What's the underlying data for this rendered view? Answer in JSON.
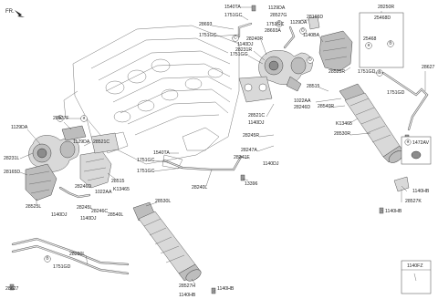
{
  "header": {
    "fr_label": "FR."
  },
  "labels": {
    "l1540ta_top": "1540TA",
    "l1751gc_top": "1751GC",
    "l28693": "28693",
    "l1751gc_2": "1751GC",
    "l28693a": "28693A",
    "l1129da_top": "1129DA",
    "l1751gc_3": "1751GC",
    "l28240r": "28240R",
    "l1140dj_top": "1140DJ",
    "l28231r": "28231R",
    "l1751gg": "1751GG",
    "l28527g": "28527G",
    "l1129da_r": "1129DA",
    "l28165d_top": "28165D",
    "l1140ba": "1140BA",
    "l28250r": "28250R",
    "l25468d": "25468D",
    "l25468": "25468",
    "l28525r": "28525R",
    "l1751gd_r1": "1751GD",
    "l28627": "28627",
    "l1751gd_r2": "1751GD",
    "l28515_top": "28515",
    "l28540r": "28540R",
    "l1022aa_top": "1022AA",
    "l28246d_top": "28246D",
    "l28521c_top": "28521C",
    "l1140dj_mid": "1140DJ",
    "l28245r": "28245R",
    "l28247a": "28247A",
    "l28241f": "28241F",
    "l1140dj_mid2": "1140DJ",
    "l13396": "13396",
    "lk13465_r": "K13465",
    "l28530r": "28530R",
    "l1472av": "1472AV",
    "l1140hb_r": "1140HB",
    "l28527k": "28527K",
    "l1140hb_r2": "1140HB",
    "l1129da_l": "1129DA",
    "l28627f": "28627F",
    "l1129da_l2": "1129DA",
    "l28521c_l": "28521C",
    "l28231l": "28231L",
    "l28165d_l": "28165D",
    "l28525l": "28525L",
    "l1540ta_mid": "1540TA",
    "l1751gc_mid": "1751GC",
    "l1751gc_mid2": "1751GC",
    "l28240l": "28240L",
    "l28515_l": "28515",
    "l28246d_l": "28246D",
    "l1022aa_l": "1022AA",
    "lk13465_l": "K13465",
    "l28245l": "28245L",
    "l28246c": "28246C",
    "l1140dj_l": "1140DJ",
    "l1140dj_l2": "1140DJ",
    "l28540l": "28540L",
    "l28530l": "28530L",
    "l28290l": "28290L",
    "l1751gd_l": "1751GD",
    "l28627_l": "28627",
    "l28527h": "28527H",
    "l1140hb_b": "1140HB",
    "l1140hb_b2": "1140HB",
    "l1140fz": "1140FZ"
  },
  "callouts": {
    "a": "a",
    "b": "B",
    "c": "C",
    "d": "D"
  }
}
